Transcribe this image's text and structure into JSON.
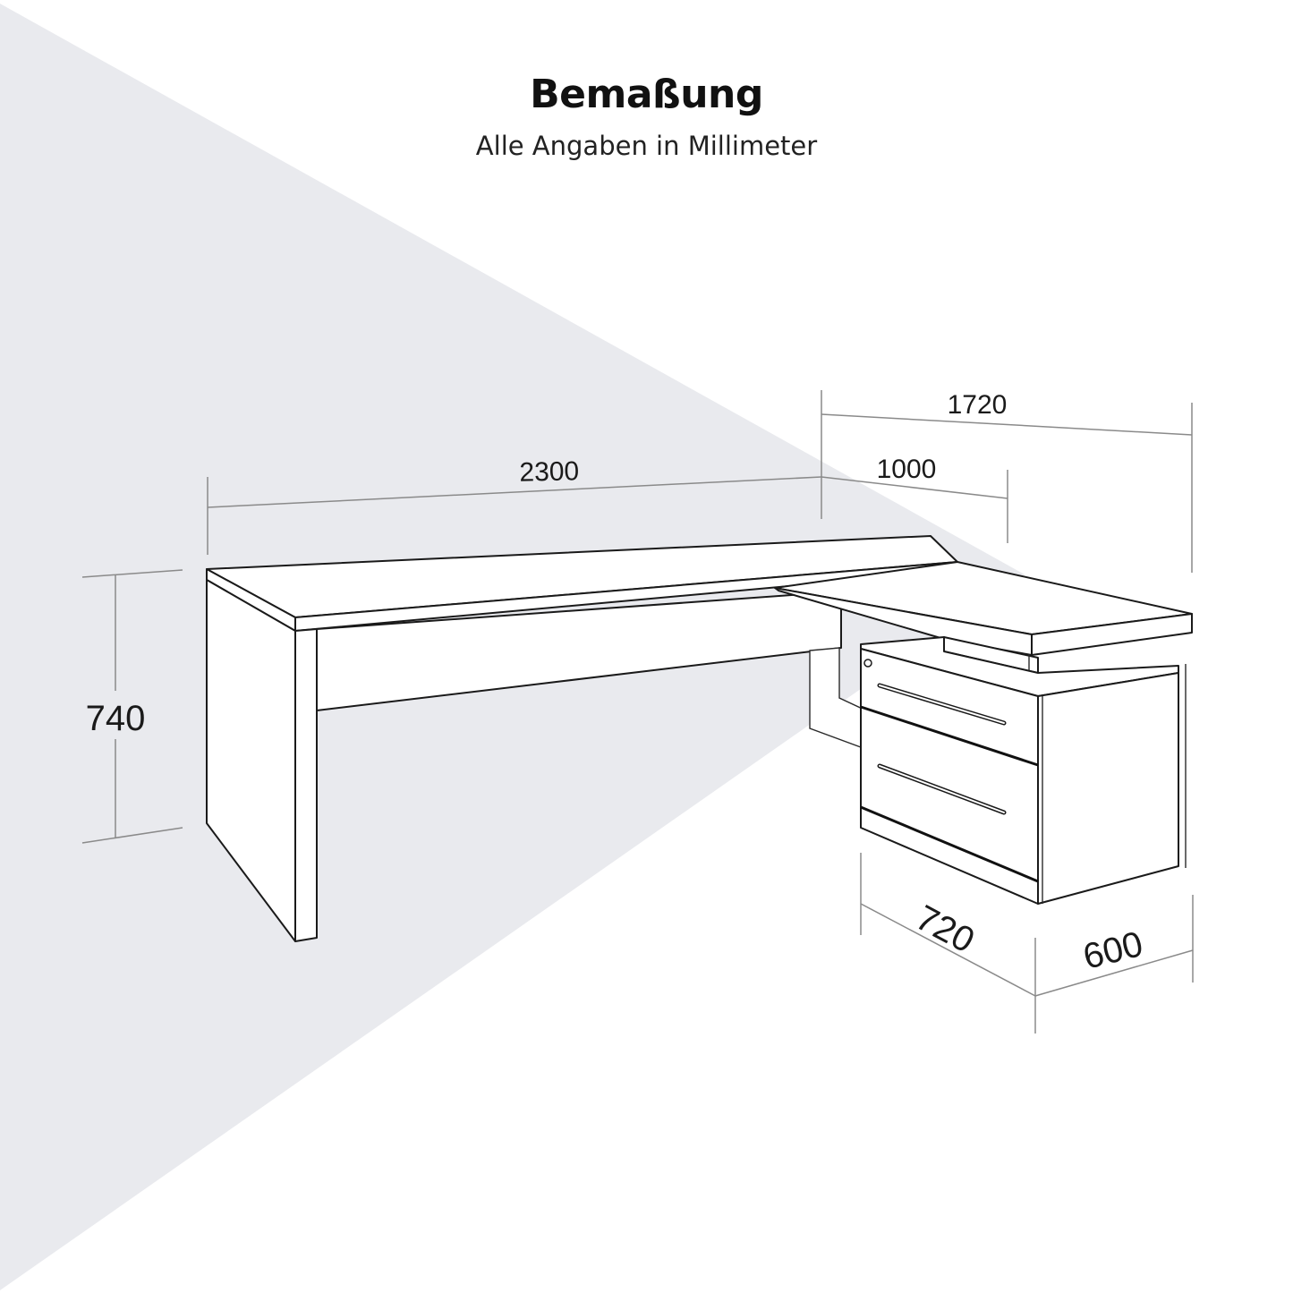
{
  "header": {
    "title": "Bemaßung",
    "subtitle": "Alle Angaben in Millimeter"
  },
  "colors": {
    "background": "#ffffff",
    "shadow_wedge": "#e9eaee",
    "line": "#1a1a1a",
    "dimension_line": "#8a8a8a"
  },
  "dimensions": {
    "desk_width": {
      "value": "2300",
      "unit": "mm"
    },
    "total_depth": {
      "value": "1720",
      "unit": "mm"
    },
    "return_width": {
      "value": "1000",
      "unit": "mm"
    },
    "height": {
      "value": "740",
      "unit": "mm"
    },
    "cabinet_width": {
      "value": "720",
      "unit": "mm"
    },
    "cabinet_depth": {
      "value": "600",
      "unit": "mm"
    }
  },
  "product": {
    "components": [
      "desk-top",
      "side-panel-leg",
      "modesty-panel",
      "return-top",
      "drawer-cabinet"
    ],
    "cabinet_drawers": 2
  }
}
